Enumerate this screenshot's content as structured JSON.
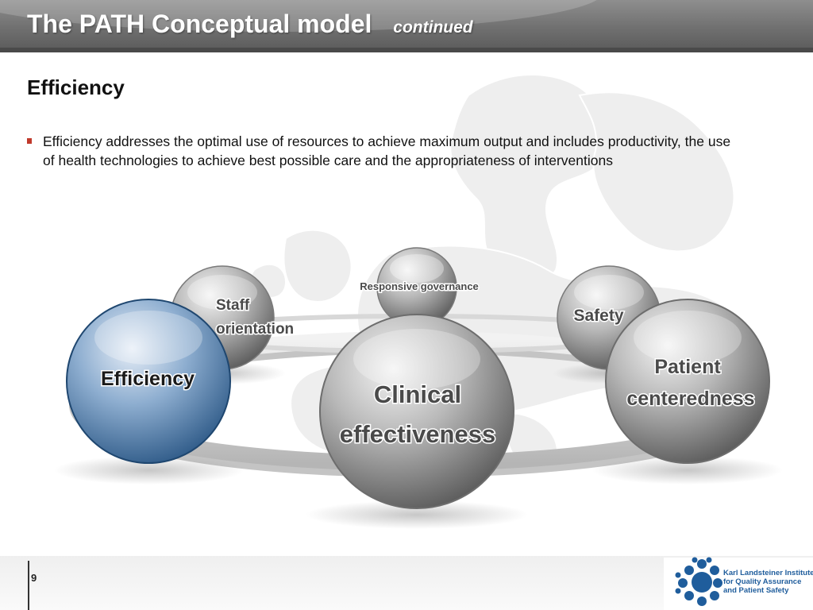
{
  "header": {
    "title": "The PATH Conceptual model",
    "subtitle": "continued"
  },
  "section": {
    "heading": "Efficiency"
  },
  "bullets": [
    {
      "text": "Efficiency addresses the optimal use of resources to achieve maximum output and includes productivity, the use of health technologies to achieve best possible care and the appropriateness of interventions"
    }
  ],
  "diagram": {
    "nodes": [
      {
        "id": "responsive-governance",
        "lines": [
          "Responsive governance"
        ],
        "highlighted": false
      },
      {
        "id": "staff-orientation",
        "lines": [
          "Staff",
          "orientation"
        ],
        "highlighted": false
      },
      {
        "id": "safety",
        "lines": [
          "Safety"
        ],
        "highlighted": false
      },
      {
        "id": "efficiency",
        "lines": [
          "Efficiency"
        ],
        "highlighted": true
      },
      {
        "id": "clinical-effectiveness",
        "lines": [
          "Clinical",
          "effectiveness"
        ],
        "highlighted": false
      },
      {
        "id": "patient-centeredness",
        "lines": [
          "Patient",
          "centeredness"
        ],
        "highlighted": false
      }
    ],
    "colors": {
      "highlight": "#3e6d9c",
      "sphere": "#8c8c8c"
    }
  },
  "footer": {
    "page_number": "9"
  },
  "logo": {
    "lines": [
      "Karl Landsteiner Institute",
      "for Quality Assurance",
      "and Patient Safety"
    ],
    "color": "#1f5d9c"
  }
}
